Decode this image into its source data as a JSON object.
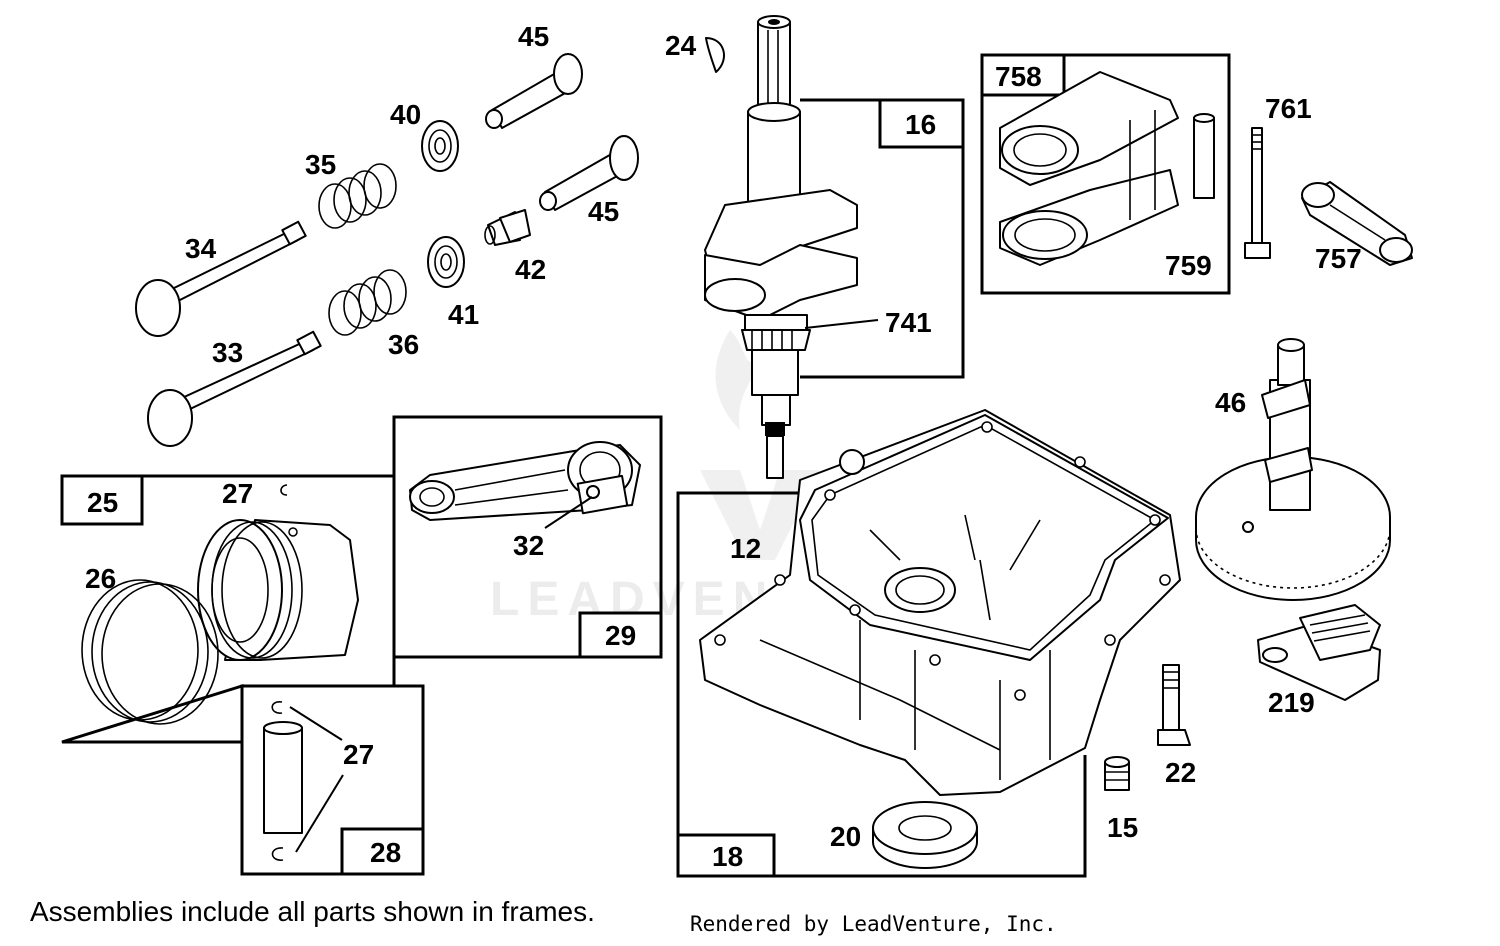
{
  "watermark": "LEADVENTURE",
  "frames": {
    "f16": "16",
    "f758": "758",
    "f25": "25",
    "f29": "29",
    "f28": "28",
    "f18": "18"
  },
  "callouts": {
    "c45a": "45",
    "c24": "24",
    "c40": "40",
    "c35": "35",
    "c45b": "45",
    "c34": "34",
    "c42": "42",
    "c41": "41",
    "c33": "33",
    "c36": "36",
    "c741": "741",
    "c761": "761",
    "c759": "759",
    "c757": "757",
    "c46": "46",
    "c27a": "27",
    "c26": "26",
    "c32": "32",
    "c12": "12",
    "c219": "219",
    "c27b": "27",
    "c22": "22",
    "c15": "15",
    "c20": "20"
  },
  "footer": {
    "note": "Assemblies include all parts shown in frames.",
    "credit": "Rendered by LeadVenture, Inc."
  }
}
